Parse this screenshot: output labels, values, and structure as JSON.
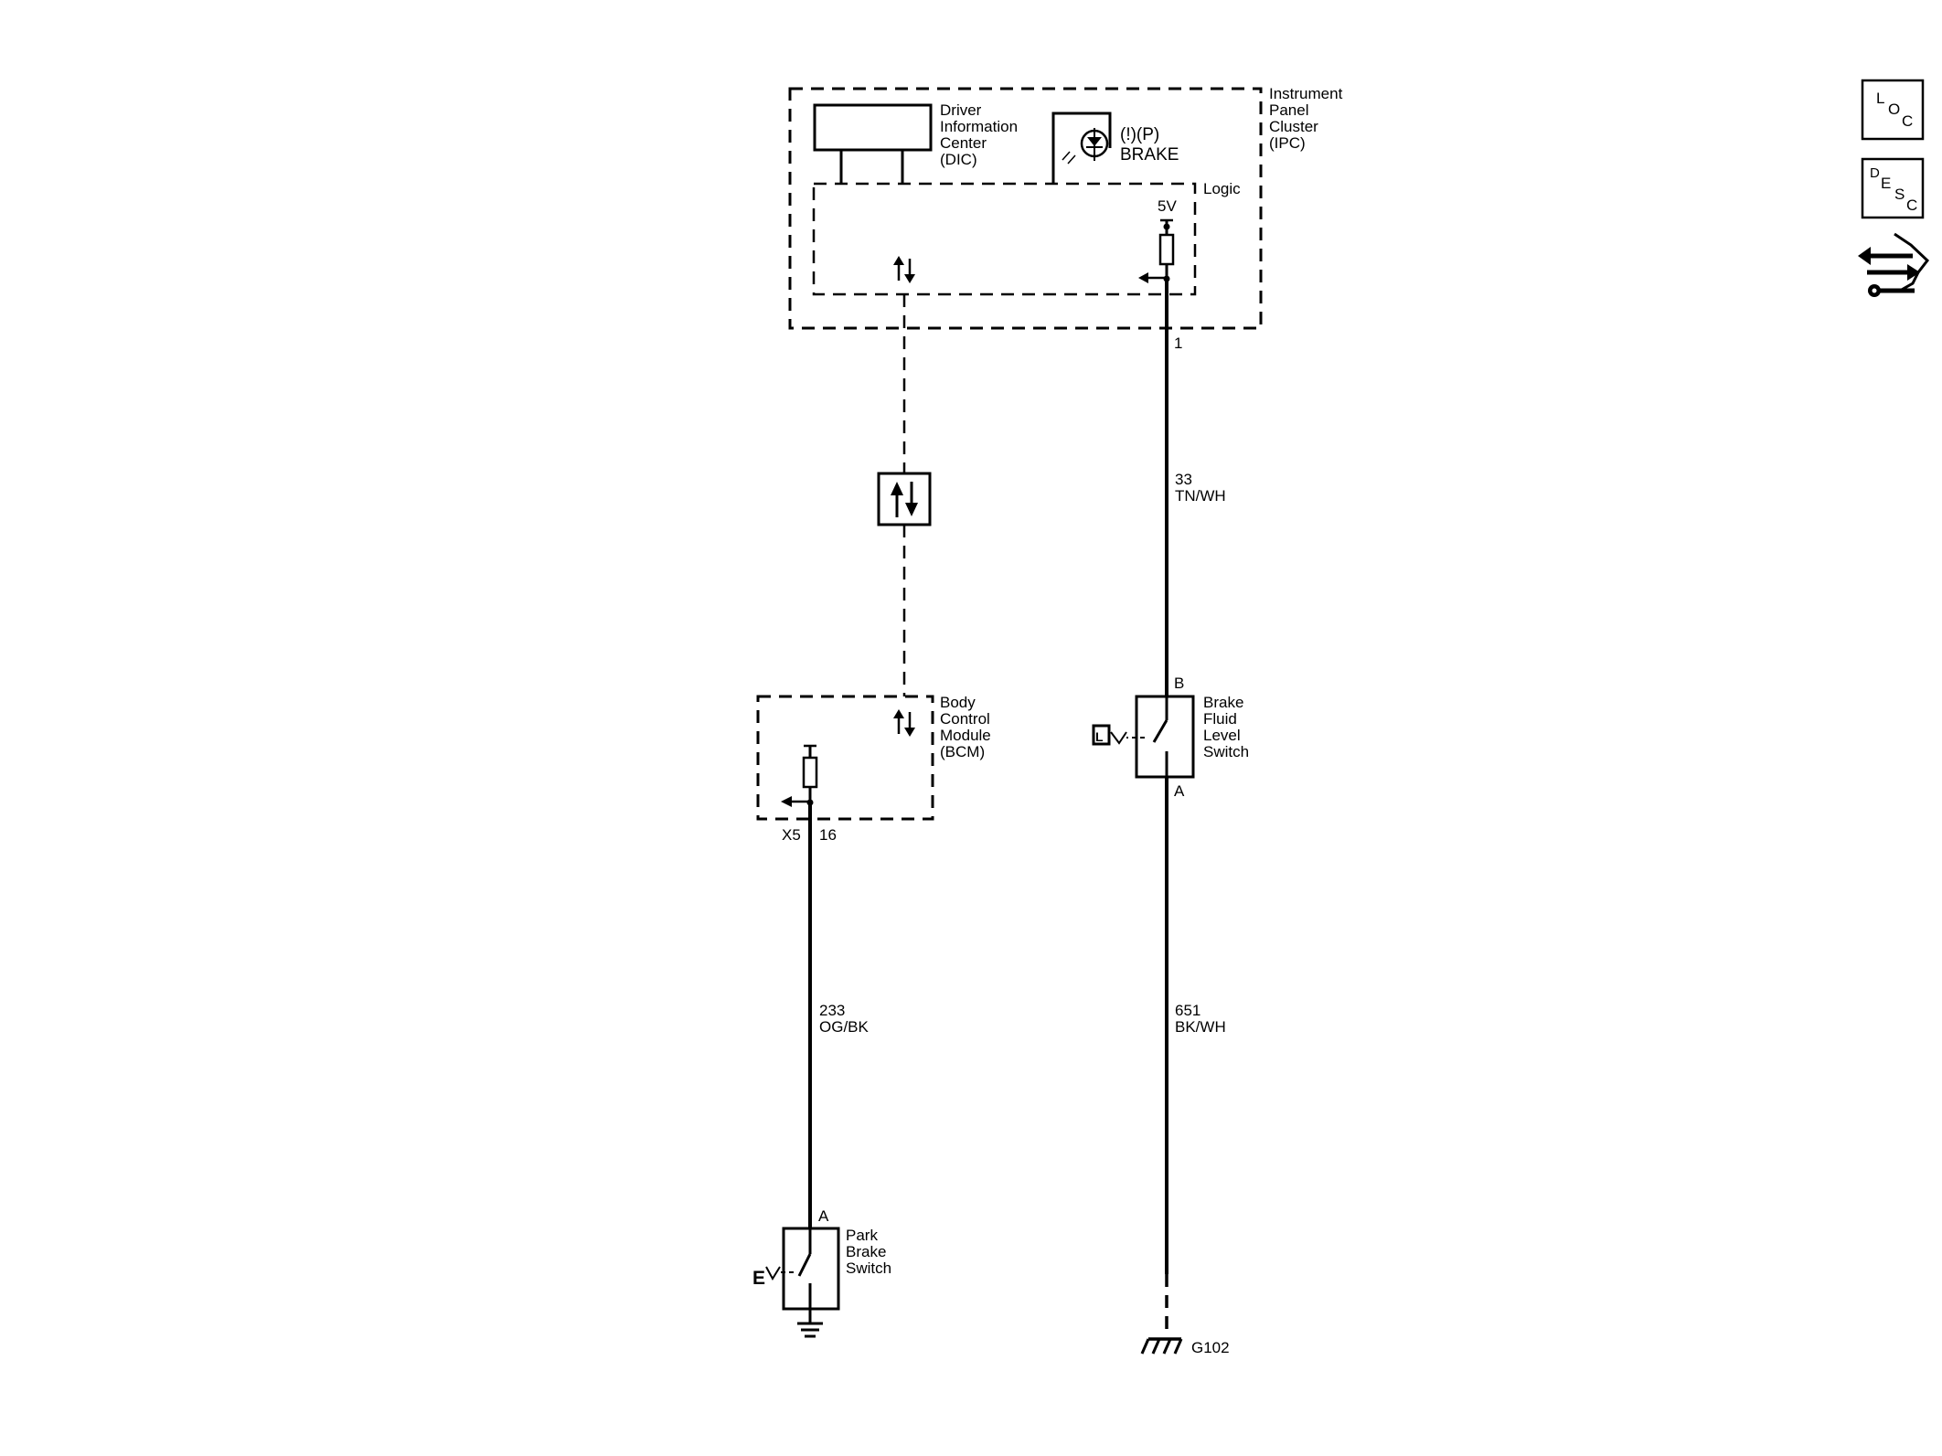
{
  "ipc": {
    "label": [
      "Instrument",
      "Panel",
      "Cluster",
      "(IPC)"
    ],
    "dic_label": [
      "Driver",
      "Information",
      "Center",
      "(DIC)"
    ],
    "brake_symbols": "(!)(P)",
    "brake_text": "BRAKE",
    "logic_label": "Logic",
    "supply_label": "5V",
    "pin": "1"
  },
  "bcm": {
    "label": [
      "Body",
      "Control",
      "Module",
      "(BCM)"
    ],
    "connector": "X5",
    "pin": "16"
  },
  "circuits": {
    "brake_fluid_signal": {
      "number": "33",
      "color": "TN/WH"
    },
    "park_brake_signal": {
      "number": "233",
      "color": "OG/BK"
    },
    "ground": {
      "number": "651",
      "color": "BK/WH"
    }
  },
  "brake_fluid_switch": {
    "label": [
      "Brake",
      "Fluid",
      "Level",
      "Switch"
    ],
    "pin_top": "B",
    "pin_bottom": "A",
    "actuator_letter": "L"
  },
  "park_brake_switch": {
    "label": [
      "Park",
      "Brake",
      "Switch"
    ],
    "pin_top": "A",
    "actuator_letter": "E"
  },
  "ground_point": {
    "label": "G102"
  },
  "side_icons": [
    {
      "name": "location-icon",
      "letters": [
        "L",
        "O",
        "C"
      ]
    },
    {
      "name": "description-icon",
      "letters": [
        "D",
        "E",
        "S",
        "C"
      ]
    },
    {
      "name": "connector-repair-icon"
    }
  ]
}
